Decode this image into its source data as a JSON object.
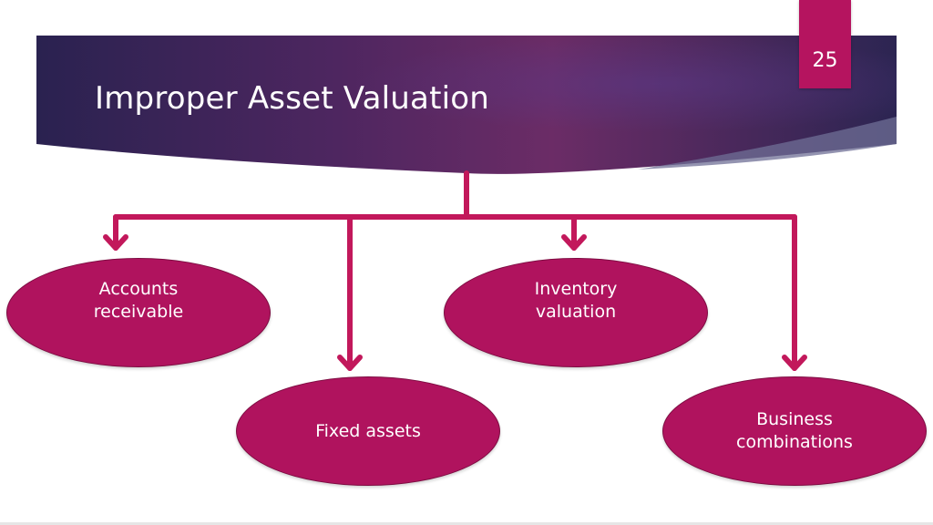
{
  "slide": {
    "title": "Improper Asset Valuation",
    "page_number": "25"
  },
  "colors": {
    "accent": "#b0135e",
    "connector": "#c2185b",
    "banner_dark": "#2b2150",
    "banner_mid": "#6a2a64"
  },
  "diagram": {
    "nodes": [
      {
        "id": "accounts-receivable",
        "label": "Accounts\nreceivable"
      },
      {
        "id": "inventory-valuation",
        "label": "Inventory\nvaluation"
      },
      {
        "id": "fixed-assets",
        "label": "Fixed assets"
      },
      {
        "id": "business-combinations",
        "label": "Business\ncombinations"
      }
    ]
  }
}
